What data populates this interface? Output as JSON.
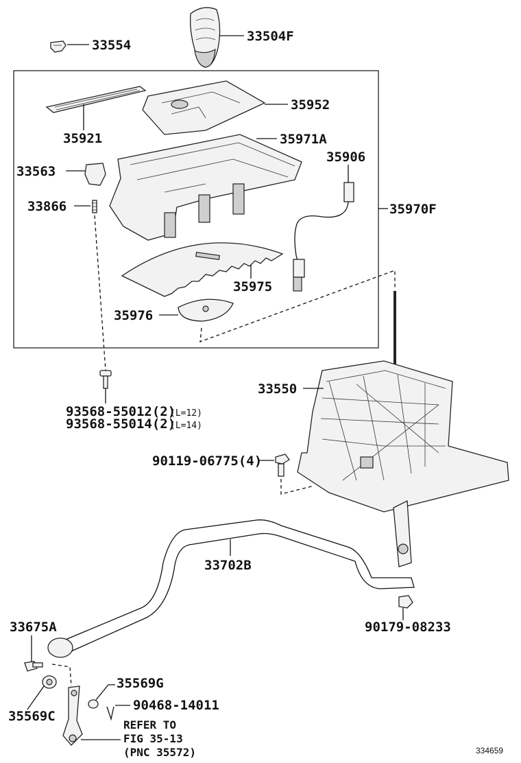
{
  "diagram": {
    "labels": {
      "p33504F": "33504F",
      "p33554": "33554",
      "p35952": "35952",
      "p35921": "35921",
      "p35971A": "35971A",
      "p33563": "33563",
      "p35906": "35906",
      "p33866": "33866",
      "p35970F": "35970F",
      "p35975": "35975",
      "p35976": "35976",
      "p93568a": "93568-55012(2)",
      "p93568a_len": "(L=12)",
      "p93568b": "93568-55014(2)",
      "p93568b_len": "(L=14)",
      "p33550": "33550",
      "p90119": "90119-06775(4)",
      "p33702B": "33702B",
      "p90179": "90179-08233",
      "p33675A": "33675A",
      "p35569G": "35569G",
      "p35569C": "35569C",
      "p90468": "90468-14011",
      "refer_line1": "REFER TO",
      "refer_line2": "FIG 35-13",
      "refer_line3": "(PNC 35572)",
      "figure_number": "334659"
    }
  }
}
